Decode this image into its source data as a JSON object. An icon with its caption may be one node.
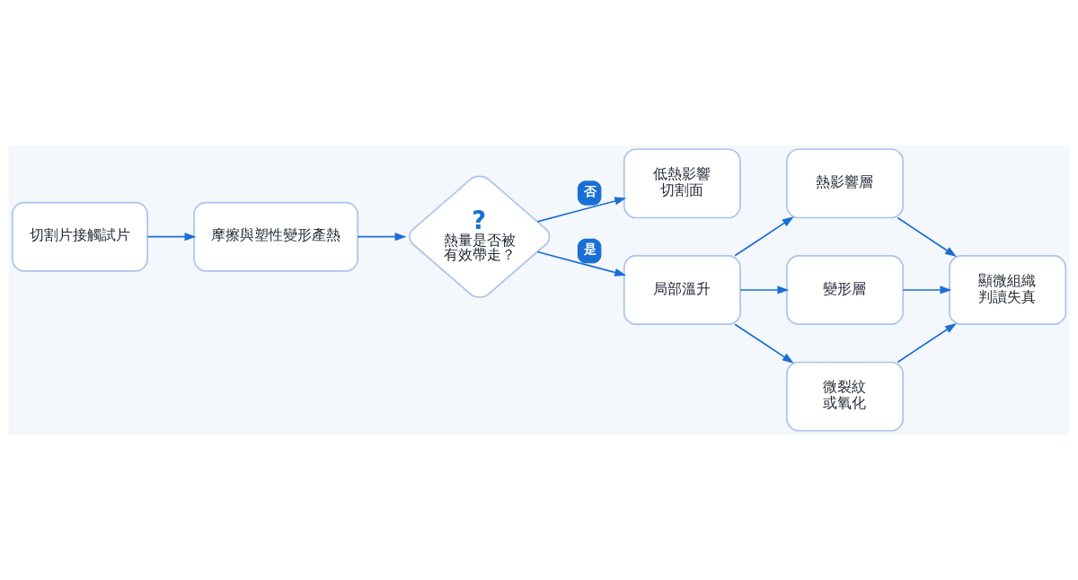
{
  "diagram": {
    "nodes": [
      {
        "text": [
          "切割片接觸試片"
        ]
      },
      {
        "text": [
          "摩擦與塑性變形產熱"
        ]
      },
      {
        "text": [
          "?",
          "熱量是否被有效帶走？"
        ]
      },
      {
        "text": [
          "低熱影響切割面"
        ]
      },
      {
        "text": [
          "局部溫升"
        ]
      },
      {
        "text": [
          "熱影響層"
        ]
      },
      {
        "text": [
          "變形層"
        ]
      },
      {
        "text": [
          "微裂紋或氧化"
        ]
      },
      {
        "text": [
          "顯微組織判讀失真"
        ]
      }
    ],
    "edges": [
      {
        "from": 0,
        "to": 1,
        "arrow": "to"
      },
      {
        "from": 1,
        "to": 2,
        "arrow": "to"
      },
      {
        "from": 2,
        "to": 3,
        "arrow": "to",
        "label": "否"
      },
      {
        "from": 2,
        "to": 4,
        "arrow": "to",
        "label": "是"
      },
      {
        "from": 4,
        "to": 5,
        "arrow": "to"
      },
      {
        "from": 4,
        "to": 6,
        "arrow": "to"
      },
      {
        "from": 4,
        "to": 7,
        "arrow": "to"
      },
      {
        "from": 5,
        "to": 8,
        "arrow": "to"
      },
      {
        "from": 6,
        "to": 8,
        "arrow": "to"
      },
      {
        "from": 7,
        "to": 8,
        "arrow": "to"
      }
    ]
  }
}
